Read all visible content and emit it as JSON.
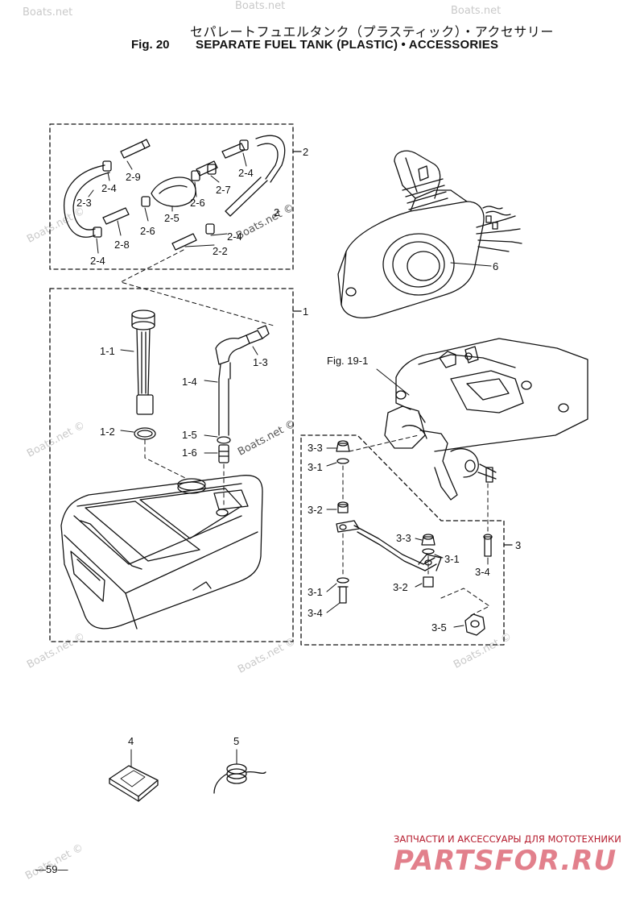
{
  "header": {
    "title_jp": "セパレートフュエルタンク（プラスティック）・アクセサリー",
    "fig_label": "Fig. 20",
    "title_en": "SEPARATE FUEL TANK (PLASTIC) • ACCESSORIES"
  },
  "callouts": {
    "c2": "2",
    "c2_9": "2-9",
    "c2_4a": "2-4",
    "c2_3": "2-3",
    "c2_7": "2-7",
    "c2_4b": "2-4",
    "c2_6a": "2-6",
    "c2_5": "2-5",
    "c2_6b": "2-6",
    "c2_8": "2-8",
    "c2_4c": "2-4",
    "c2_4d": "2-4",
    "c2_2": "2-2",
    "c2_1": "2",
    "c1": "1",
    "c1_1": "1-1",
    "c1_2": "1-2",
    "c1_3": "1-3",
    "c1_4": "1-4",
    "c1_5": "1-5",
    "c1_6": "1-6",
    "c6": "6",
    "fig19": "Fig. 19-1",
    "c3": "3",
    "c3_3a": "3-3",
    "c3_1a": "3-1",
    "c3_2a": "3-2",
    "c3_3b": "3-3",
    "c3_1b": "3-1",
    "c3_4a": "3-4",
    "c3_2b": "3-2",
    "c3_1c": "3-1",
    "c3_4b": "3-4",
    "c3_5": "3-5",
    "c4": "4",
    "c5": "5"
  },
  "watermarks": {
    "w1": "Boats.net",
    "w2": "Boats.net",
    "w3": "Boats.net",
    "w4": "Boats.net ©",
    "w5": "Boats.net ©",
    "w6": "Boats.net ©",
    "w7": "Boats.net ©",
    "w8": "Boats.net ©",
    "w9": "Boats.net ©",
    "w10": "Boats.net ©",
    "w11": "Boats.net ©"
  },
  "footer": {
    "page_number": "—59—",
    "brand_tagline": "ЗАПЧАСТИ И АКСЕССУАРЫ ДЛЯ МОТОТЕХНИКИ",
    "brand_logo": "PARTSFOR.RU"
  },
  "colors": {
    "ink": "#111111",
    "watermark": "#c9c9c9",
    "brand_red": "#b51c2e",
    "brand_pink": "#e2808c"
  }
}
